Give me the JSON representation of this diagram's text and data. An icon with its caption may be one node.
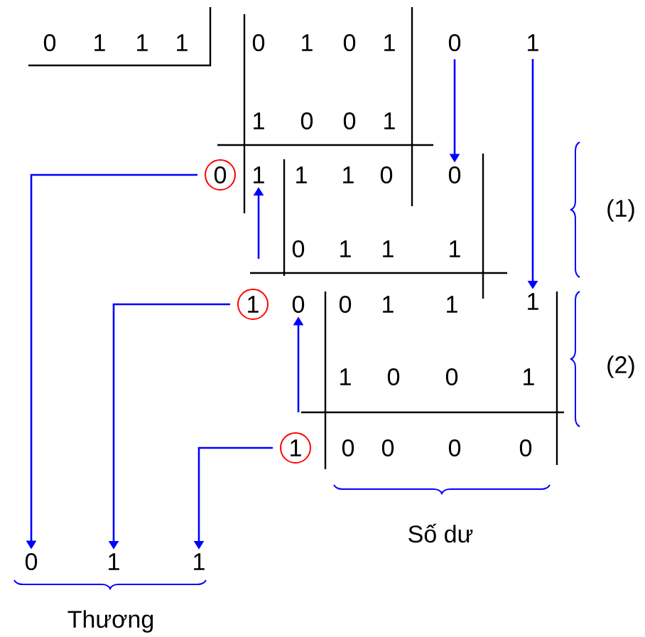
{
  "diagram": {
    "nodes": [
      {
        "text": [
          "0"
        ]
      },
      {
        "text": [
          "1"
        ]
      },
      {
        "text": [
          "0"
        ]
      },
      {
        "text": [
          "1"
        ]
      },
      {
        "text": [
          "0"
        ]
      },
      {
        "text": [
          "1"
        ]
      },
      {
        "text": [
          "0"
        ]
      },
      {
        "text": [
          "1"
        ]
      },
      {
        "text": [
          "1"
        ]
      },
      {
        "text": [
          "0"
        ]
      },
      {
        "text": [
          "1"
        ]
      },
      {
        "text": [
          "1"
        ]
      }
    ],
    "edges": [
      {
        "from": 0,
        "to": 4,
        "arrow": "to"
      },
      {
        "from": 1,
        "to": 7,
        "arrow": "to"
      },
      {
        "from": null,
        "to": 3,
        "arrow": "to"
      },
      {
        "from": 2,
        "to": 9,
        "arrow": "to"
      },
      {
        "from": null,
        "to": 6,
        "arrow": "to"
      },
      {
        "from": 5,
        "to": 10,
        "arrow": "to"
      },
      {
        "from": 8,
        "to": 11,
        "arrow": "to"
      }
    ],
    "labels": [
      "0",
      "1",
      "1",
      "1",
      "0",
      "1",
      "0",
      "1",
      "1",
      "0",
      "0",
      "1",
      "1",
      "1",
      "0",
      "0",
      "1",
      "1",
      "1",
      "(1)",
      "0",
      "1",
      "1",
      "(2)",
      "1",
      "0",
      "0",
      "1",
      "0",
      "0",
      "0",
      "0",
      "Số dư",
      "Thương"
    ]
  }
}
